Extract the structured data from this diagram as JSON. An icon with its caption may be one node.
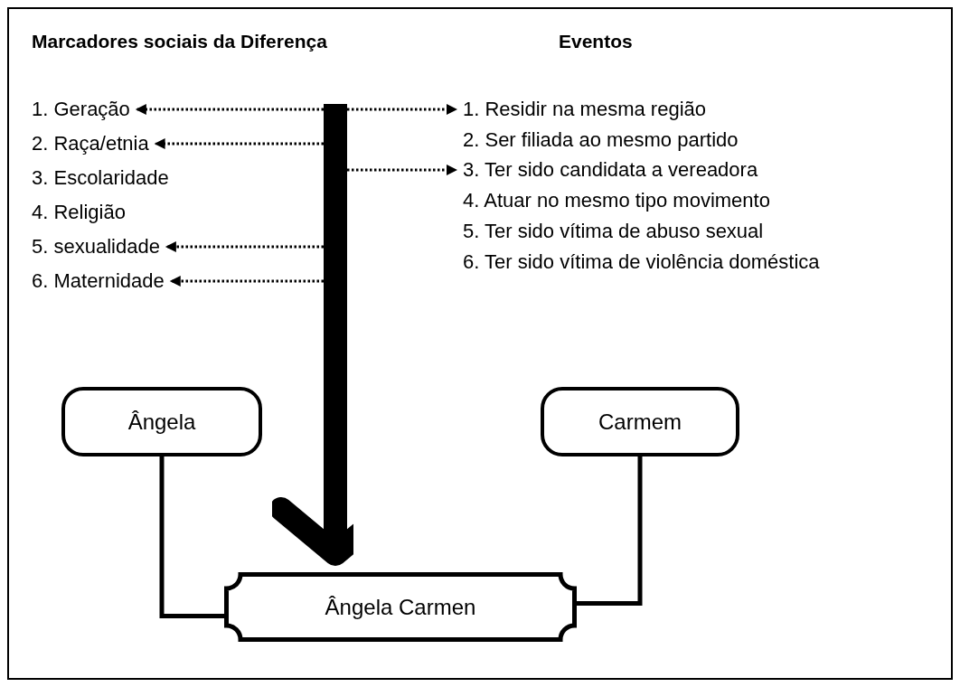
{
  "diagram": {
    "nodes": [
      {
        "text": [],
        "shape": "bar"
      },
      {
        "text": [
          "1. Geração"
        ]
      },
      {
        "text": [
          "2. Raça/etnia"
        ]
      },
      {
        "text": [
          "3. Escolaridade"
        ]
      },
      {
        "text": [
          "4. Religião"
        ]
      },
      {
        "text": [
          "5. sexualidade"
        ]
      },
      {
        "text": [
          "6. Maternidade"
        ]
      },
      {
        "text": [
          "1. Residir na mesma região"
        ]
      },
      {
        "text": [
          "2. Ser filiada ao mesmo partido"
        ]
      },
      {
        "text": [
          "3. Ter sido candidata a vereadora"
        ]
      },
      {
        "text": [
          "4. Atuar no mesmo tipo movimento"
        ]
      },
      {
        "text": [
          "5. Ter sido vítima de abuso sexual"
        ]
      },
      {
        "text": [
          "6. Ter sido vítima de violência doméstica"
        ]
      },
      {
        "text": [
          "Ângela"
        ]
      },
      {
        "text": [
          "Carmem"
        ]
      },
      {
        "text": [
          "Ângela Carmen"
        ]
      }
    ],
    "edges": [
      {
        "from": 0,
        "to": 15,
        "arrow": "to",
        "style": "thick"
      },
      {
        "from": 0,
        "to": 1,
        "arrow": "to",
        "style": "dashed"
      },
      {
        "from": 0,
        "to": 2,
        "arrow": "to",
        "style": "dashed"
      },
      {
        "from": 0,
        "to": 5,
        "arrow": "to",
        "style": "dashed"
      },
      {
        "from": 0,
        "to": 6,
        "arrow": "to",
        "style": "dashed"
      },
      {
        "from": 0,
        "to": 7,
        "arrow": "to",
        "style": "dashed"
      },
      {
        "from": 0,
        "to": 9,
        "arrow": "to",
        "style": "dashed"
      },
      {
        "from": 13,
        "to": 15,
        "arrow": "none"
      },
      {
        "from": 14,
        "to": 15,
        "arrow": "none"
      }
    ],
    "labels": [
      "Marcadores sociais da Diferença",
      "Eventos"
    ]
  }
}
